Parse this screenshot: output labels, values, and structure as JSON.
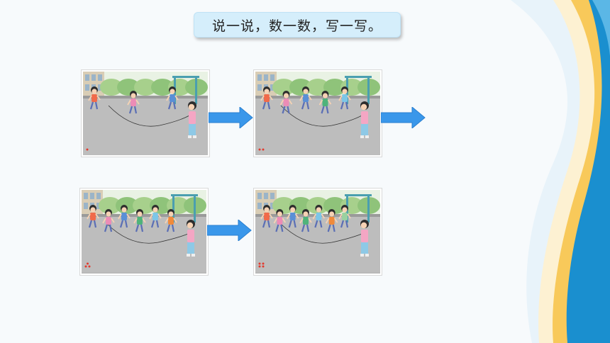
{
  "title": {
    "text": "说一说，数一数，写一写。"
  },
  "colors": {
    "title_bg": "#d5eefb",
    "arrow": "#3a97ea",
    "dot": "#e23a2e",
    "wave_blue": "#1a8fcf",
    "wave_yellow": "#f8c95a"
  },
  "scenes": [
    {
      "name": "scene-1",
      "dots": 1,
      "children": 4
    },
    {
      "name": "scene-2",
      "dots": 2,
      "children": 6
    },
    {
      "name": "scene-3",
      "dots": 3,
      "children": 7
    },
    {
      "name": "scene-4",
      "dots": 4,
      "children": 8
    }
  ],
  "arrows": [
    "right-arrow",
    "right-arrow",
    "right-arrow"
  ]
}
